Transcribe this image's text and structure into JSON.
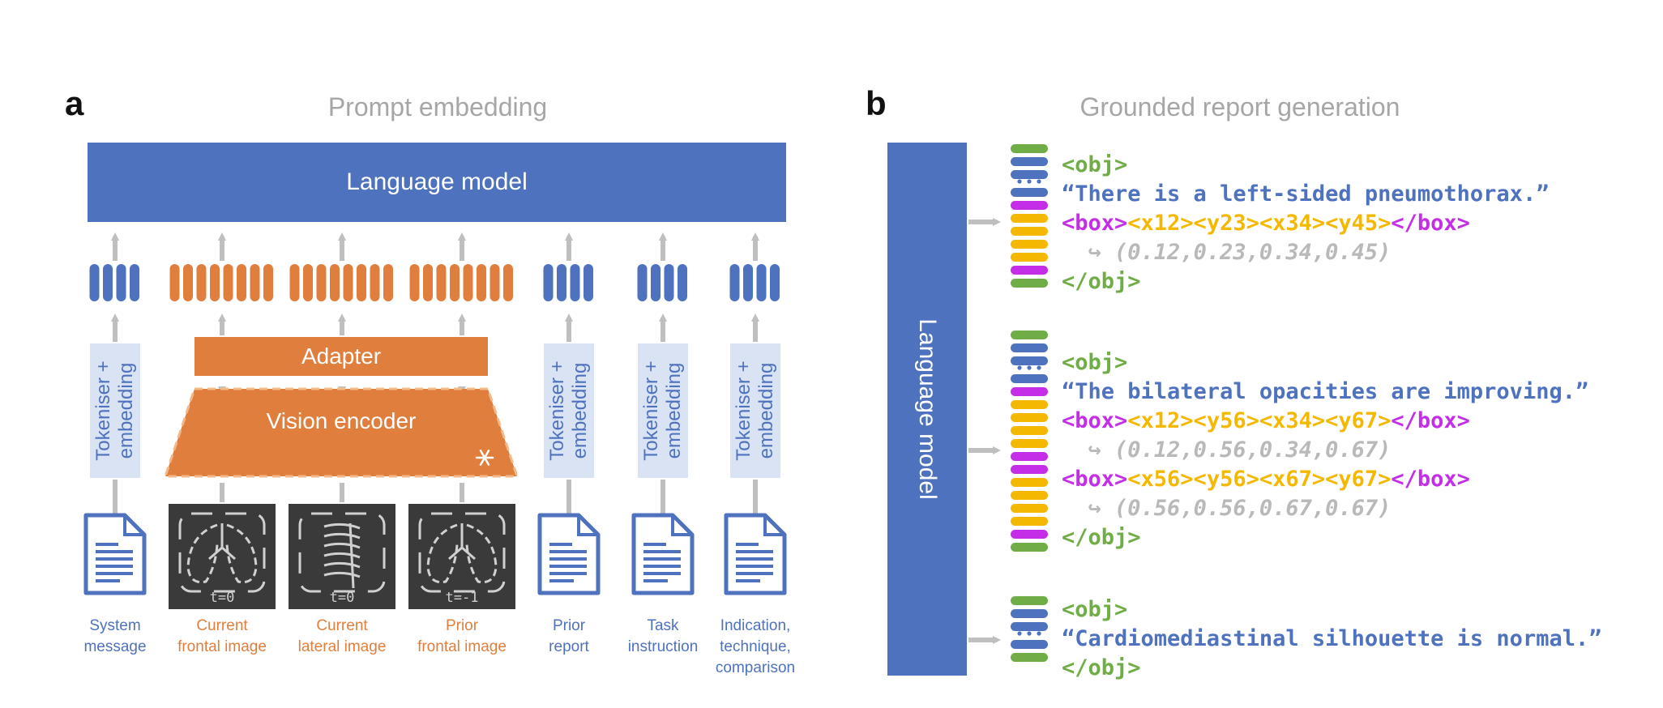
{
  "panel_a": {
    "letter": "a",
    "title": "Prompt embedding",
    "language_model": "Language model",
    "adapter": "Adapter",
    "vision_encoder": "Vision encoder",
    "tokeniser_line1": "Tokeniser +",
    "tokeniser_line2": "embedding",
    "inputs": [
      {
        "line1": "System",
        "line2": "message",
        "line3": "",
        "color": "blue"
      },
      {
        "line1": "Current",
        "line2": "frontal image",
        "line3": "",
        "color": "orange",
        "time": "t=0"
      },
      {
        "line1": "Current",
        "line2": "lateral image",
        "line3": "",
        "color": "orange",
        "time": "t=0"
      },
      {
        "line1": "Prior",
        "line2": "frontal image",
        "line3": "",
        "color": "orange",
        "time": "t=-1"
      },
      {
        "line1": "Prior",
        "line2": "report",
        "line3": "",
        "color": "blue"
      },
      {
        "line1": "Task",
        "line2": "instruction",
        "line3": "",
        "color": "blue"
      },
      {
        "line1": "Indication,",
        "line2": "technique,",
        "line3": "comparison",
        "color": "blue"
      }
    ]
  },
  "panel_b": {
    "letter": "b",
    "title": "Grounded report generation",
    "language_model": "Language model",
    "obj_open": "<obj>",
    "obj_close": "</obj>",
    "box_open": "<box>",
    "box_close": "</box>",
    "arrow": "↪",
    "findings": [
      {
        "sentence": "“There is a left-sided pneumothorax.”",
        "boxes": [
          {
            "coords": "<x12><y23><x34><y45>",
            "normalized": "(0.12,0.23,0.34,0.45)"
          }
        ]
      },
      {
        "sentence": "“The bilateral opacities are improving.”",
        "boxes": [
          {
            "coords": "<x12><y56><x34><y67>",
            "normalized": "(0.12,0.56,0.34,0.67)"
          },
          {
            "coords": "<x56><y56><x67><y67>",
            "normalized": "(0.56,0.56,0.67,0.67)"
          }
        ]
      },
      {
        "sentence": "“Cardiomediastinal silhouette is normal.”",
        "boxes": []
      }
    ]
  },
  "colors": {
    "blue": "#4f72be",
    "orange": "#e07f3d",
    "green": "#70ad47",
    "magenta": "#c42ee6",
    "yellow": "#f5b800",
    "grey": "#bfbfbf",
    "light_blue": "#dae3f3",
    "dark_image": "#3a3a3a"
  },
  "icons": [
    "document-icon",
    "xray-frontal-icon",
    "xray-lateral-icon",
    "flame-icon",
    "snowflake-icon"
  ]
}
